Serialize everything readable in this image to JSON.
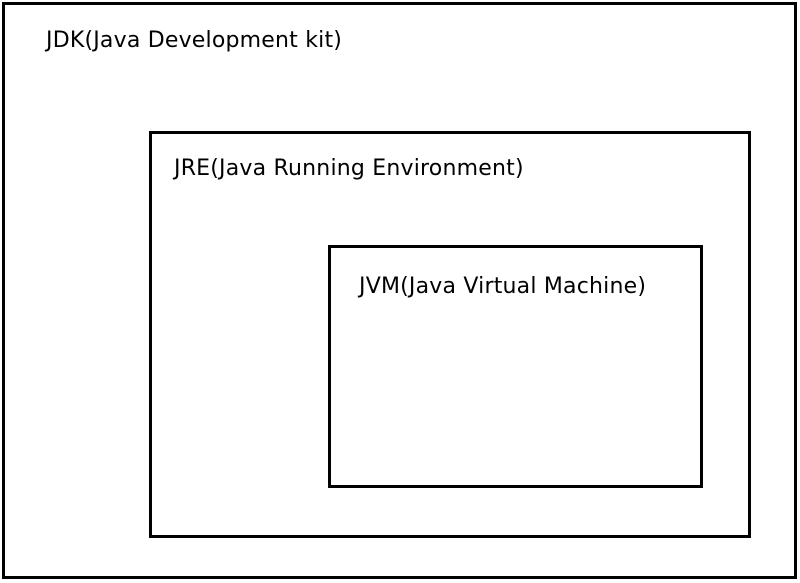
{
  "diagram": {
    "jdk": {
      "label": "JDK(Java Development kit)"
    },
    "jre": {
      "label": "JRE(Java Running Environment)"
    },
    "jvm": {
      "label": "JVM(Java Virtual Machine)"
    }
  }
}
